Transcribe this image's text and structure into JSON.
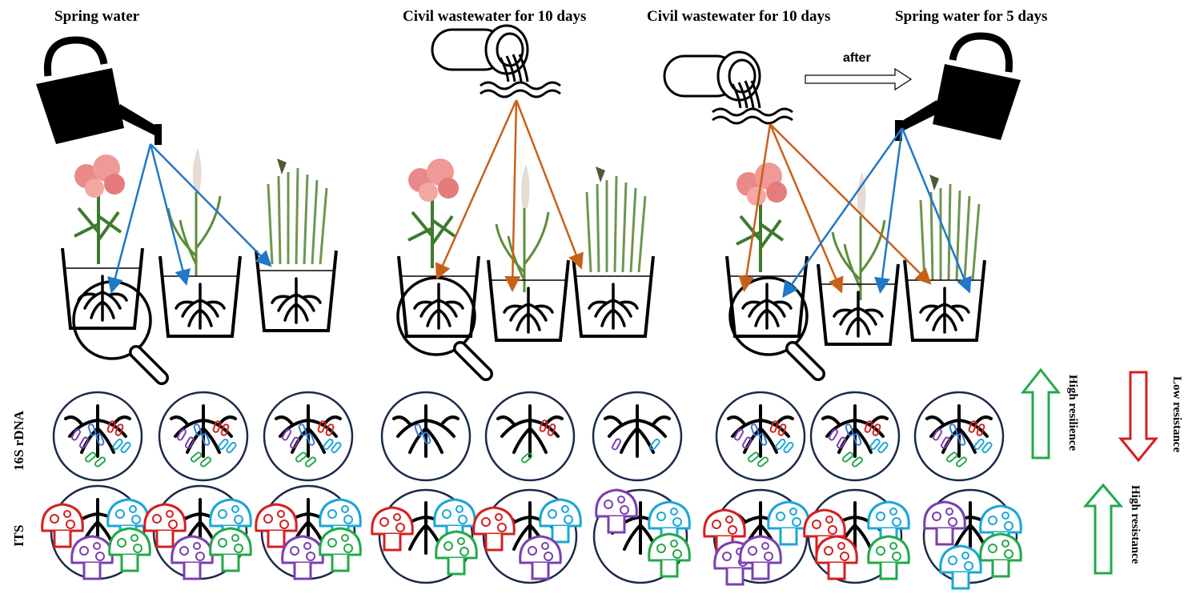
{
  "headers": {
    "spring": "Spring water",
    "civil1": "Civil wastewater for 10 days",
    "civil2": "Civil wastewater for 10 days",
    "spring5": "Spring water for 5 days"
  },
  "after_label": "after",
  "row_labels": {
    "bacteria": "16S rDNA",
    "fungi": "ITS"
  },
  "side_labels": {
    "high_resilience": "High resilience",
    "low_resistance": "Low resistance",
    "high_resistance": "High resistance"
  },
  "colors": {
    "spring_arrow": "#1f78c8",
    "waste_arrow": "#c8601a",
    "up_arrow": "#22a94a",
    "down_arrow": "#d42020",
    "circle_border": "#1b2a4a",
    "microbe_purple": "#7b3fb0",
    "microbe_blue": "#3a7bd5",
    "microbe_red": "#d42020",
    "microbe_green": "#22a94a",
    "microbe_cyan": "#1aa7d8"
  }
}
